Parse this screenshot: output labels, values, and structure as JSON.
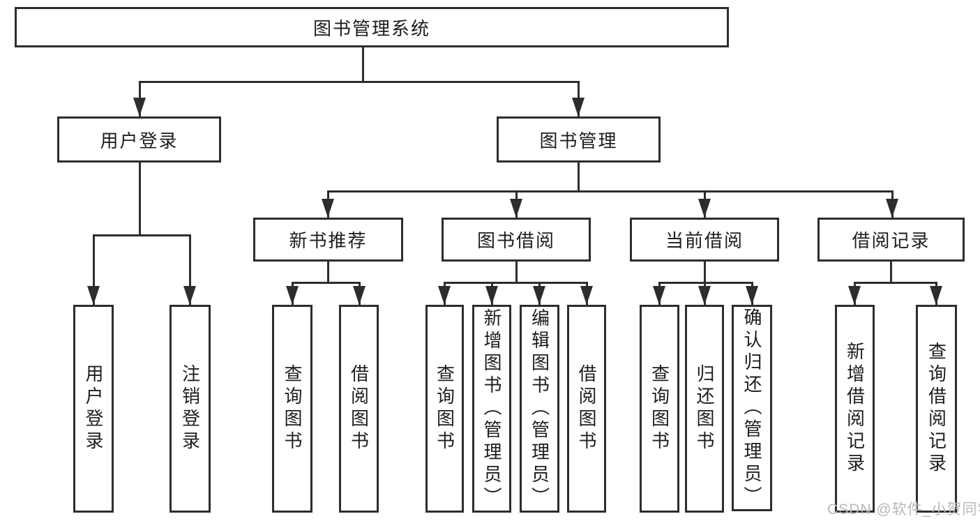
{
  "diagram": {
    "title": "图书管理系统",
    "branches": [
      {
        "label": "用户登录",
        "children": [
          {
            "label": "用户登录"
          },
          {
            "label": "注销登录"
          }
        ]
      },
      {
        "label": "图书管理",
        "children": [
          {
            "label": "新书推荐",
            "children": [
              {
                "label": "查询图书"
              },
              {
                "label": "借阅图书"
              }
            ]
          },
          {
            "label": "图书借阅",
            "children": [
              {
                "label": "查询图书"
              },
              {
                "label": "新增图书（管理员）"
              },
              {
                "label": "编辑图书（管理员）"
              },
              {
                "label": "借阅图书"
              }
            ]
          },
          {
            "label": "当前借阅",
            "children": [
              {
                "label": "查询图书"
              },
              {
                "label": "归还图书"
              },
              {
                "label": "确认归还（管理员）"
              }
            ]
          },
          {
            "label": "借阅记录",
            "children": [
              {
                "label": "新增借阅记录"
              },
              {
                "label": "查询借阅记录"
              }
            ]
          }
        ]
      }
    ]
  },
  "watermark": {
    "text": "CSDN @软件_小贺同学"
  },
  "colors": {
    "line": "#2d2d2d",
    "text": "#1d1d1d",
    "background": "#ffffff",
    "watermark": "#b8b8b8"
  }
}
